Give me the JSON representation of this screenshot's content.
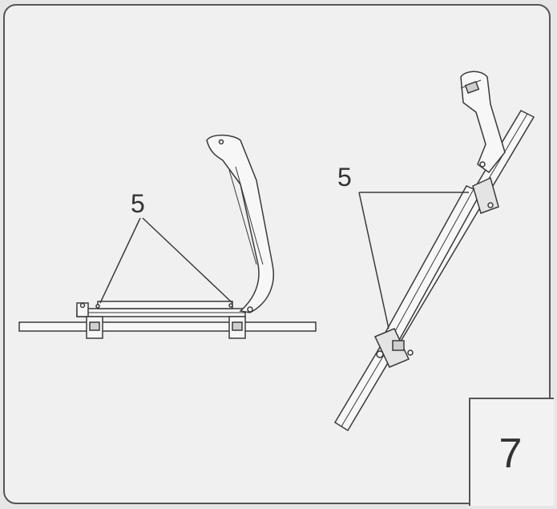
{
  "diagram": {
    "callouts": [
      {
        "label": "5"
      },
      {
        "label": "5"
      }
    ],
    "step": {
      "number": "7"
    },
    "colors": {
      "line": "#3a3a3a",
      "fill": "#f7f7f7",
      "shade": "#cfcfcf",
      "background": "#f0f0f0",
      "frame": "#555555"
    }
  }
}
